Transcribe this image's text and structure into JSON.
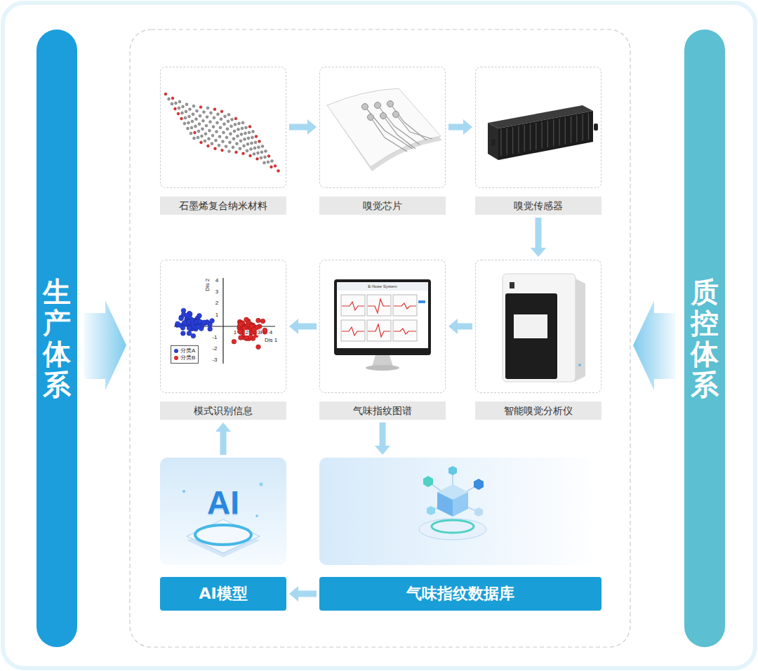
{
  "diagram": {
    "nodes": [
      {
        "text": [
          "生产体系"
        ]
      },
      {
        "text": [
          "石墨烯复合纳米材料"
        ]
      },
      {
        "text": [
          "嗅觉芯片"
        ]
      },
      {
        "text": [
          "嗅觉传感器"
        ]
      },
      {
        "text": [
          "模式识别信息"
        ]
      },
      {
        "text": [
          "气味指纹图谱"
        ]
      },
      {
        "text": [
          "智能嗅觉分析仪"
        ]
      },
      {
        "text": [
          "AI模型"
        ]
      },
      {
        "text": [
          "气味指纹数据库"
        ]
      },
      {
        "text": [
          "质控体系"
        ]
      }
    ],
    "edges": [
      {
        "from": 1,
        "to": 2,
        "arrow": "to"
      },
      {
        "from": 2,
        "to": 3,
        "arrow": "to"
      },
      {
        "from": 3,
        "to": 6,
        "arrow": "to"
      },
      {
        "from": 6,
        "to": 5,
        "arrow": "to"
      },
      {
        "from": 5,
        "to": 4,
        "arrow": "to"
      },
      {
        "from": 5,
        "to": 8,
        "arrow": "to"
      },
      {
        "from": 8,
        "to": 7,
        "arrow": "to"
      },
      {
        "from": 7,
        "to": 4,
        "arrow": "to"
      }
    ],
    "labels": [
      "Dis 2",
      "4",
      "3",
      "2",
      "1",
      "-1",
      "-2",
      "-3",
      "1",
      "2",
      "3",
      "4",
      "Dis 1",
      "E-Nose System",
      "AI"
    ],
    "legend": [
      {
        "text": "分类A",
        "color": "#2a3fd8"
      },
      {
        "text": "分类B",
        "color": "#e02828"
      }
    ]
  }
}
